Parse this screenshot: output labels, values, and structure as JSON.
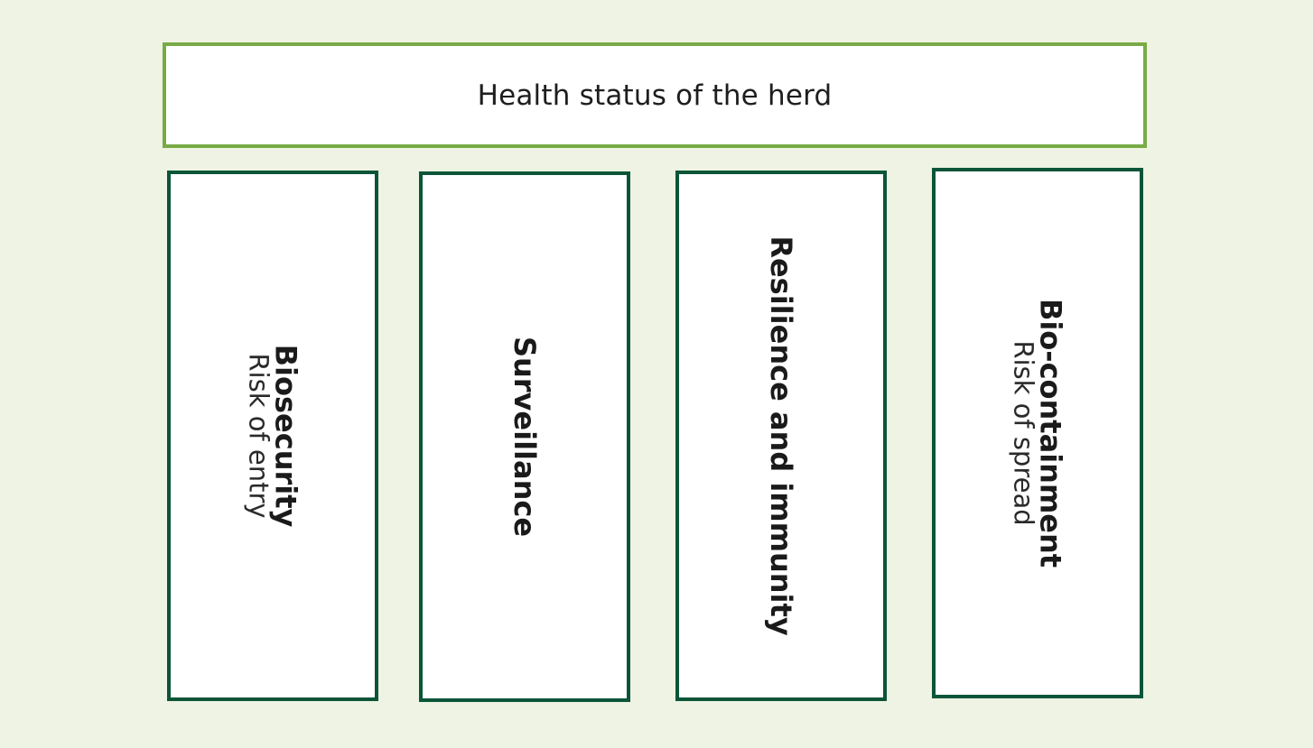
{
  "header": {
    "title": "Health status of the herd"
  },
  "pillars": [
    {
      "title": "Biosecurity",
      "subtitle": "Risk of entry"
    },
    {
      "title": "Surveillance",
      "subtitle": ""
    },
    {
      "title": "Resilience and immunity",
      "subtitle": ""
    },
    {
      "title": "Bio-containment",
      "subtitle": "Risk of spread"
    }
  ],
  "colors": {
    "background": "#eef3e3",
    "header_border": "#78ab46",
    "pillar_border": "#0b5538"
  }
}
